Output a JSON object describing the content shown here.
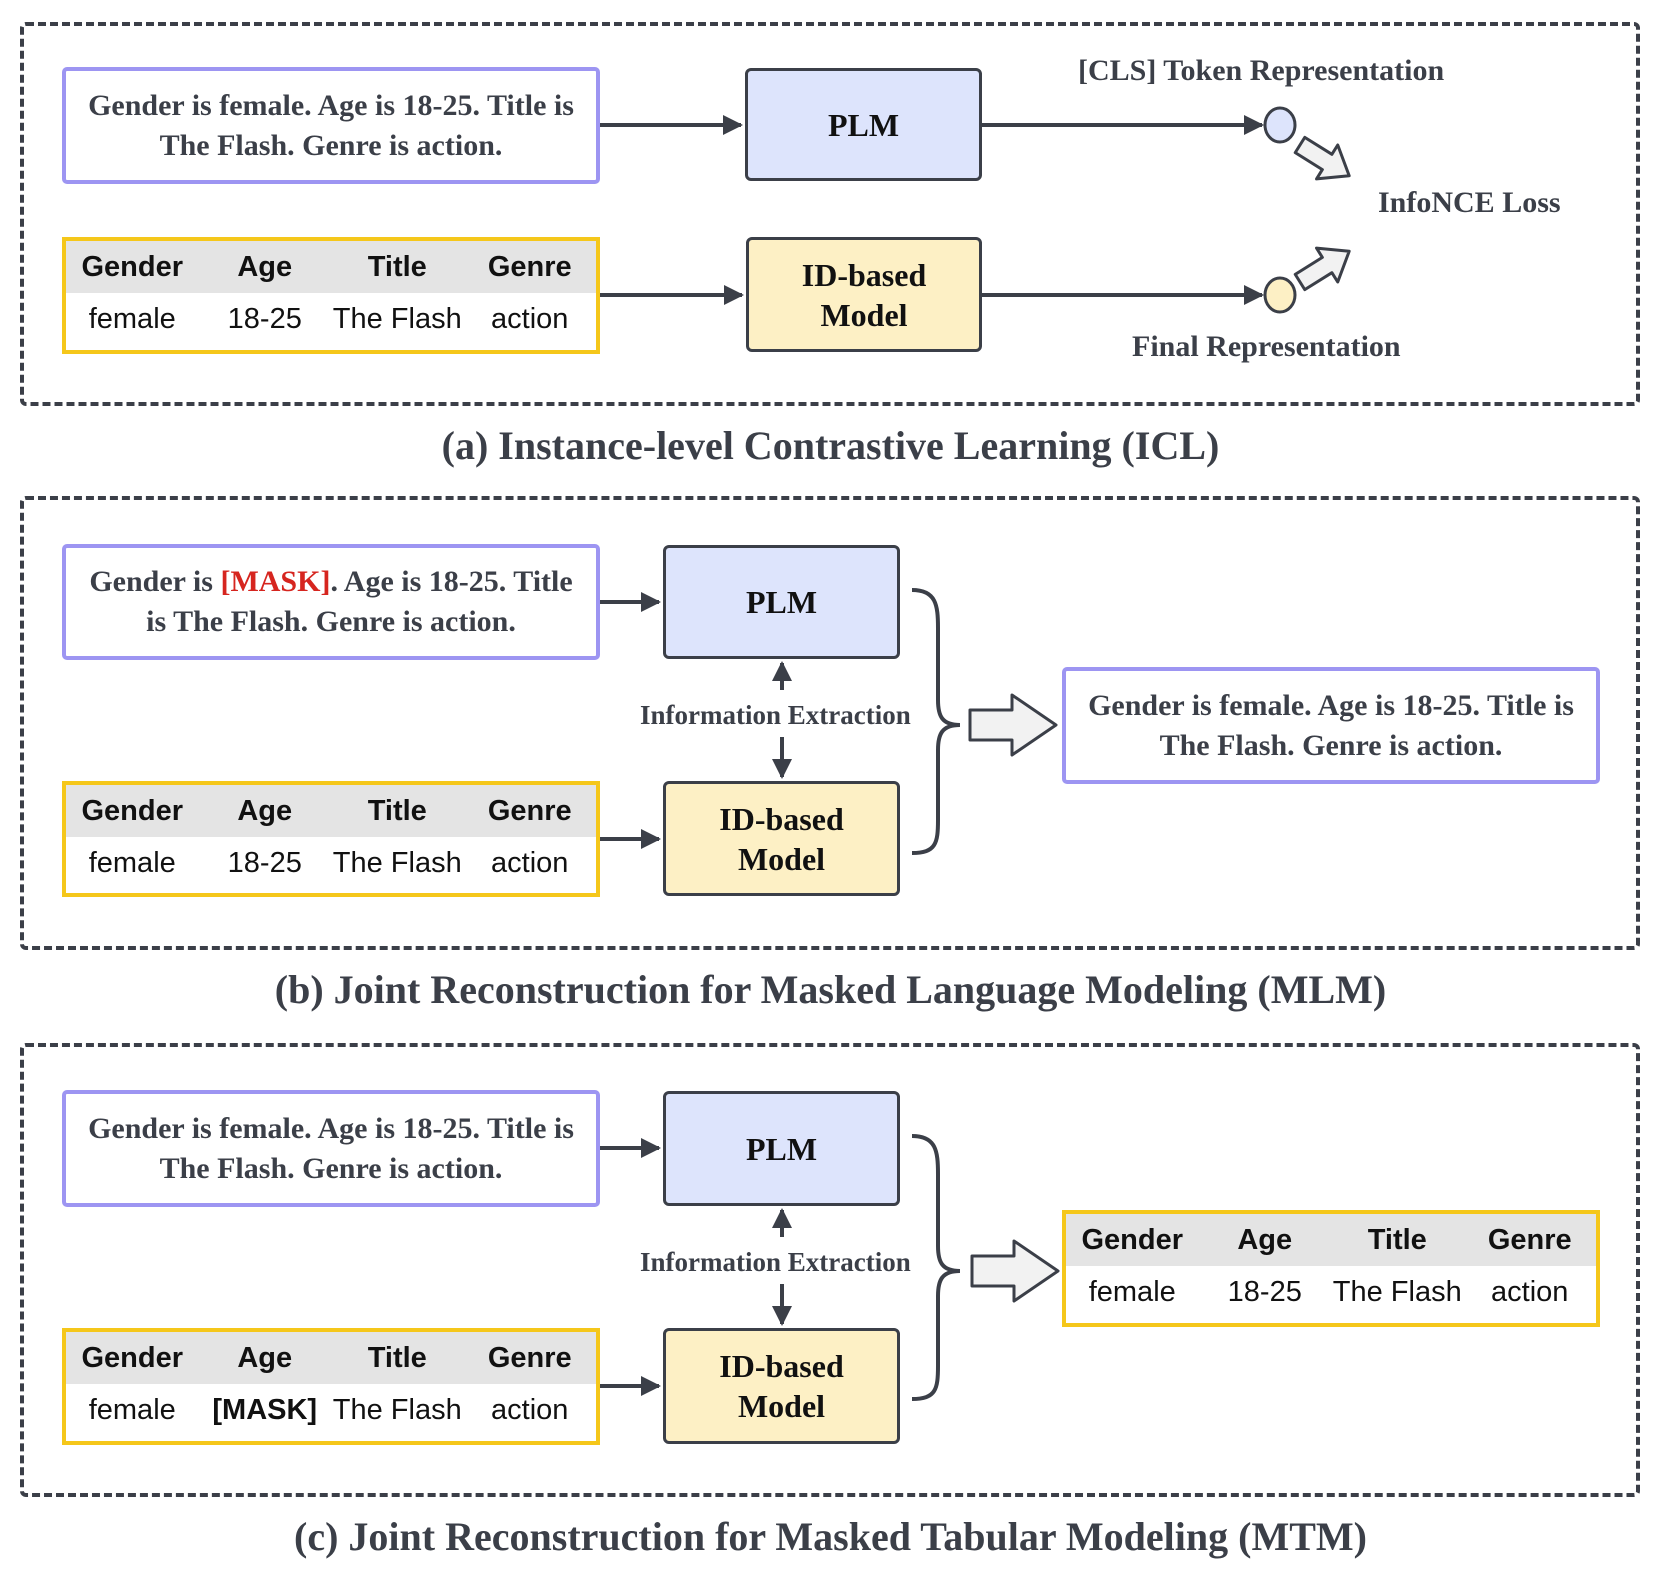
{
  "panel_a": {
    "title": "(a) Instance-level Contrastive Learning (ICL)",
    "text_box": "Gender is female. Age is 18-25. Title is The Flash. Genre is action.",
    "plm_label": "PLM",
    "id_model_label": "ID-based Model",
    "cls_label": "[CLS] Token Representation",
    "loss_label": "InfoNCE Loss",
    "final_label": "Final Representation",
    "table": {
      "headers": [
        "Gender",
        "Age",
        "Title",
        "Genre"
      ],
      "row": [
        "female",
        "18-25",
        "The Flash",
        "action"
      ]
    }
  },
  "panel_b": {
    "title": "(b) Joint Reconstruction for Masked Language Modeling (MLM)",
    "text_pre": "Gender is ",
    "text_mask": "[MASK]",
    "text_post": ". Age is 18-25. Title is The Flash. Genre is action.",
    "plm_label": "PLM",
    "id_model_label": "ID-based Model",
    "extraction_label": "Information Extraction",
    "output_text": "Gender is female. Age is 18-25. Title is The Flash. Genre is action.",
    "table": {
      "headers": [
        "Gender",
        "Age",
        "Title",
        "Genre"
      ],
      "row": [
        "female",
        "18-25",
        "The Flash",
        "action"
      ]
    }
  },
  "panel_c": {
    "title": "(c) Joint Reconstruction for Masked Tabular Modeling (MTM)",
    "text_box": "Gender is female. Age is 18-25. Title is The Flash. Genre is action.",
    "plm_label": "PLM",
    "id_model_label": "ID-based Model",
    "extraction_label": "Information Extraction",
    "table": {
      "headers": [
        "Gender",
        "Age",
        "Title",
        "Genre"
      ],
      "row": [
        "female",
        "[MASK]",
        "The Flash",
        "action"
      ]
    },
    "output_table": {
      "headers": [
        "Gender",
        "Age",
        "Title",
        "Genre"
      ],
      "row": [
        "female",
        "18-25",
        "The Flash",
        "action"
      ]
    }
  },
  "colors": {
    "text_border": "#9d95f2",
    "table_border": "#f5c71a",
    "plm_fill": "#dde4fc",
    "id_fill": "#fdf0c5",
    "mask": "#d6251f",
    "line": "#3b3f48"
  }
}
